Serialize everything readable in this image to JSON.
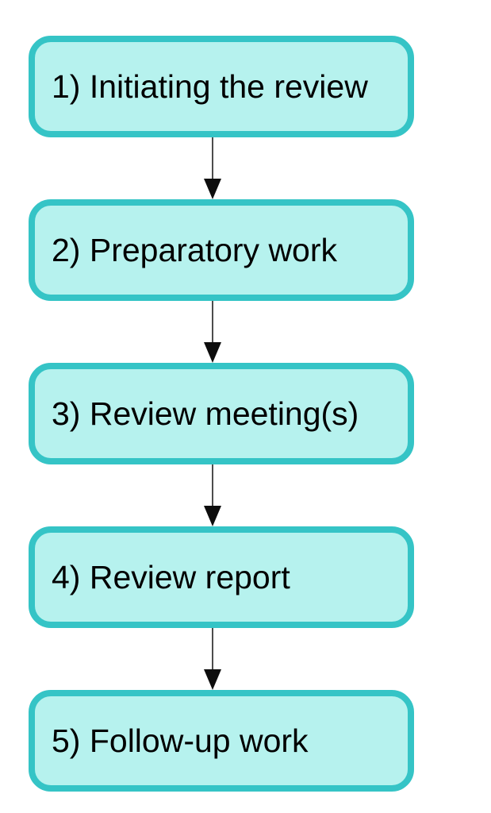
{
  "diagram": {
    "type": "flowchart",
    "direction": "top-down",
    "nodes": [
      {
        "id": 1,
        "label": "1) Initiating the review"
      },
      {
        "id": 2,
        "label": "2) Preparatory work"
      },
      {
        "id": 3,
        "label": "3) Review meeting(s)"
      },
      {
        "id": 4,
        "label": "4) Review report"
      },
      {
        "id": 5,
        "label": "5) Follow-up work"
      }
    ],
    "edges": [
      {
        "from": 1,
        "to": 2
      },
      {
        "from": 2,
        "to": 3
      },
      {
        "from": 3,
        "to": 4
      },
      {
        "from": 4,
        "to": 5
      }
    ],
    "colors": {
      "background": "#ffffff",
      "node_fill": "#b6f2ee",
      "node_border": "#35c4c6",
      "text": "#000000",
      "arrow_line": "#4d4d4d",
      "arrow_head": "#0d0d0d"
    }
  }
}
